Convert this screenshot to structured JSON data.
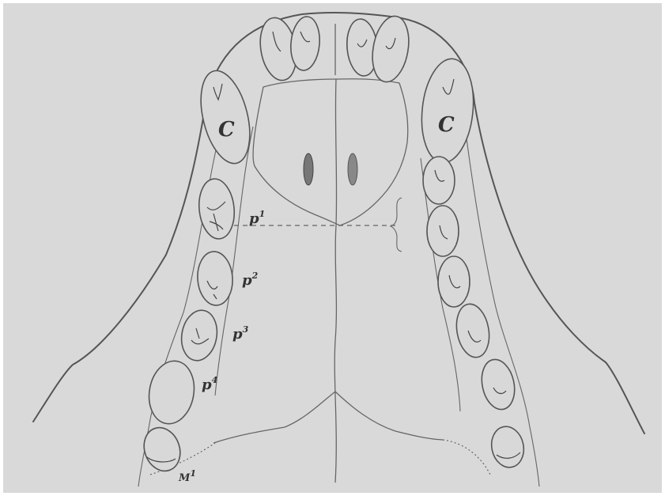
{
  "figure": {
    "background": "#d9d9d9",
    "labels": {
      "canine_left": "C",
      "canine_right": "C",
      "p1": "p",
      "p1_sup": "1",
      "p2": "p",
      "p2_sup": "2",
      "p3": "p",
      "p3_sup": "3",
      "p4": "p",
      "p4_sup": "4",
      "m1": "M",
      "m1_sup": "1"
    }
  }
}
